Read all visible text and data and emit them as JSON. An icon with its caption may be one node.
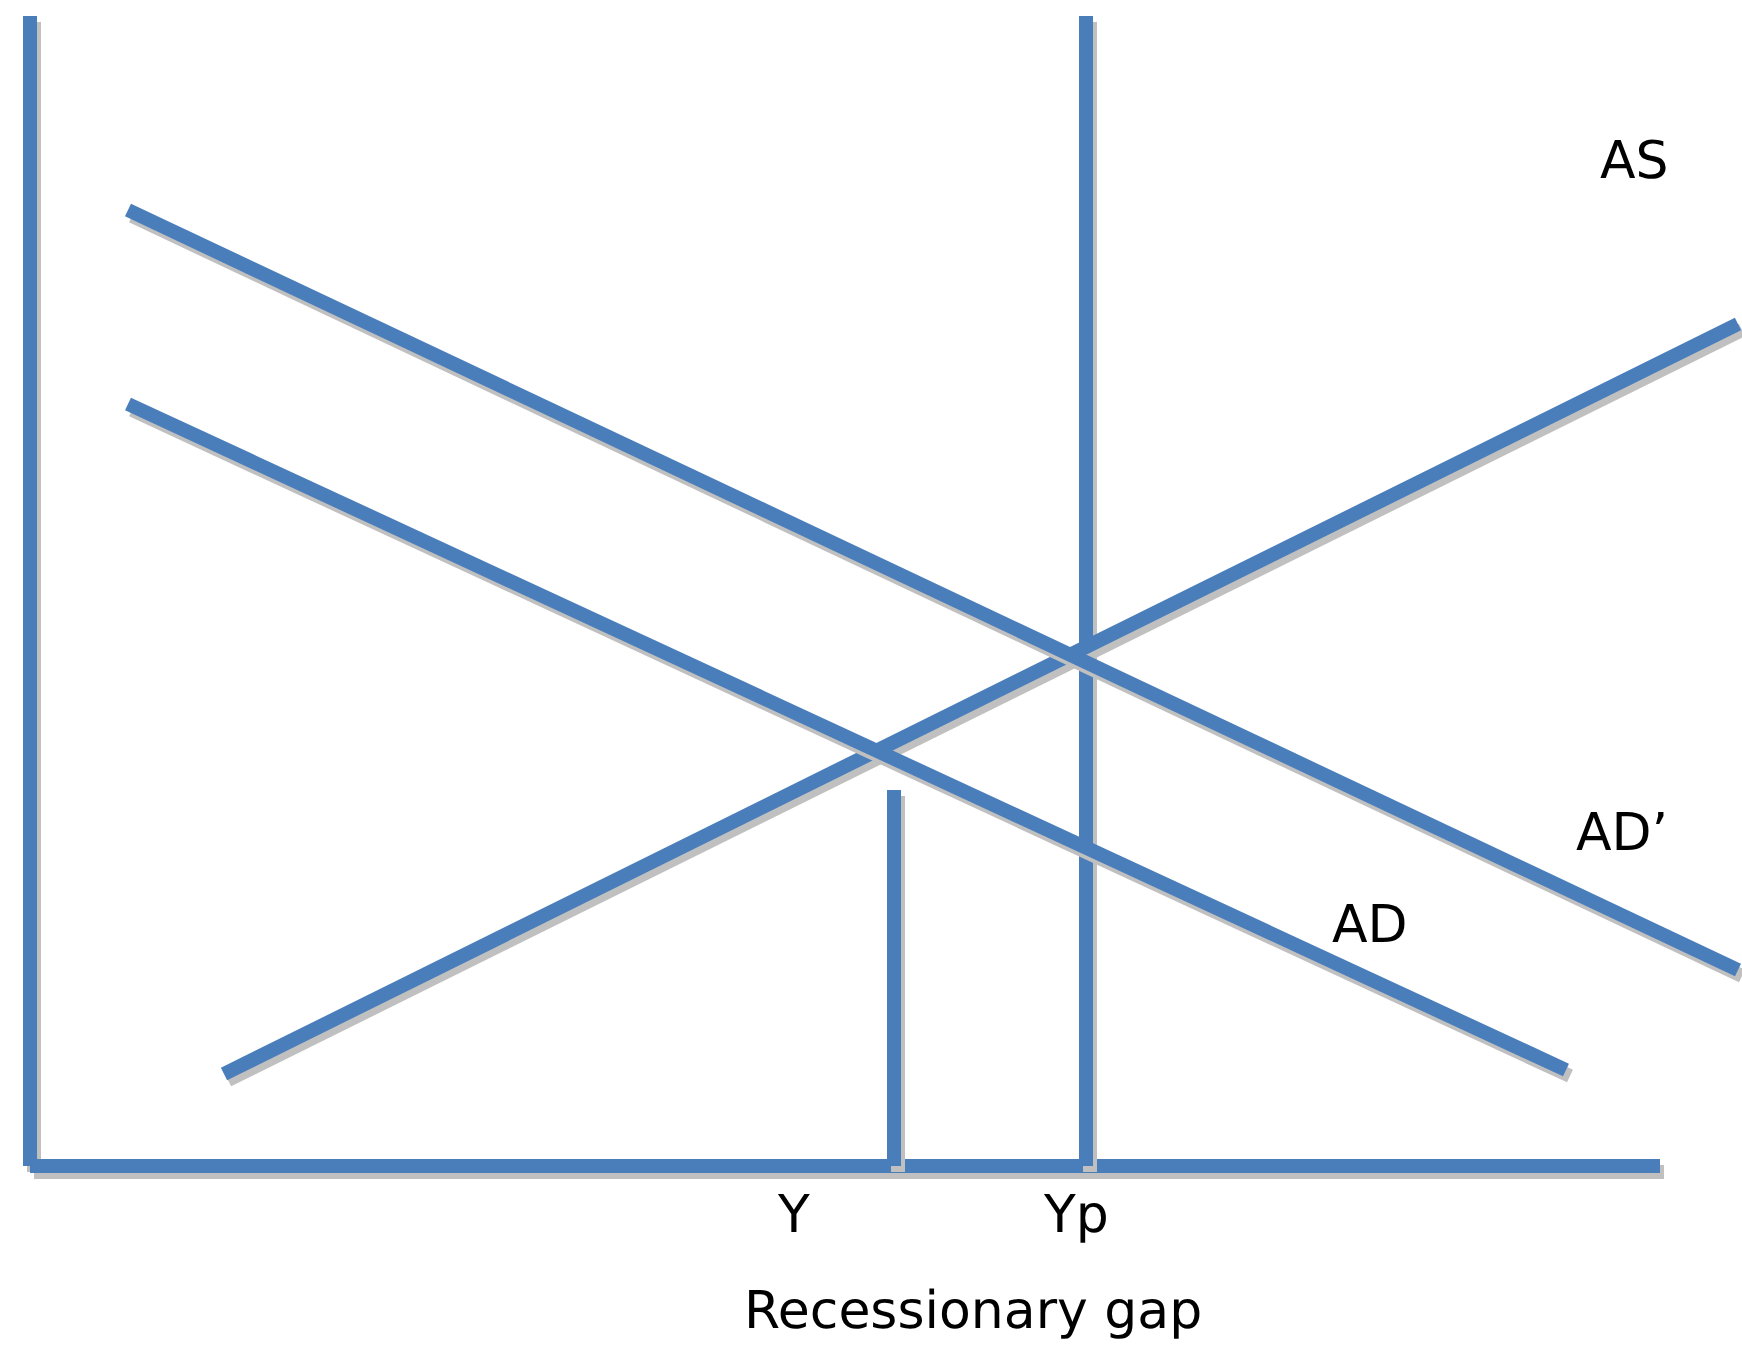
{
  "diagram": {
    "labels": [
      "AS",
      "AD’",
      "AD",
      "Y",
      "Yp",
      "Recessionary gap"
    ]
  }
}
